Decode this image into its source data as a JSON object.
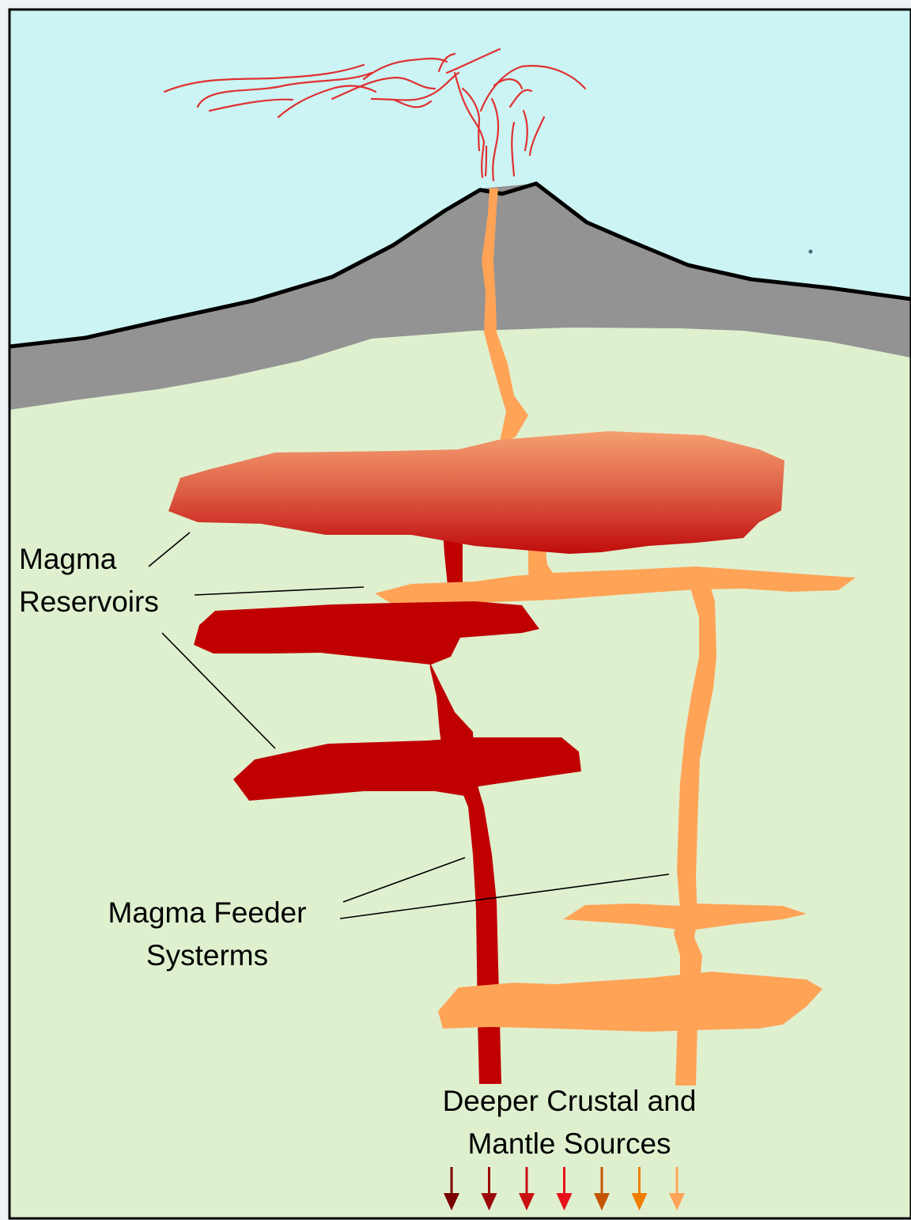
{
  "labels": {
    "reservoirs": {
      "line1": "Magma",
      "line2": "Reservoirs"
    },
    "feeders": {
      "line1": "Magma Feeder",
      "line2": "Systerms"
    },
    "sources": {
      "line1": "Deeper Crustal and",
      "line2": "Mantle Sources"
    }
  },
  "colors": {
    "sky": "#ccf4f4",
    "ground": "#dff0cf",
    "volcano": "#939393",
    "dark_magma": "#c00000",
    "light_magma": "#ffa357",
    "plume": "#e03030",
    "outline": "#000000"
  },
  "source_arrows": {
    "count": 7,
    "colors": [
      "#7a0000",
      "#9b0a0a",
      "#c81010",
      "#e8101a",
      "#c45400",
      "#f07c00",
      "#ffa357"
    ]
  }
}
